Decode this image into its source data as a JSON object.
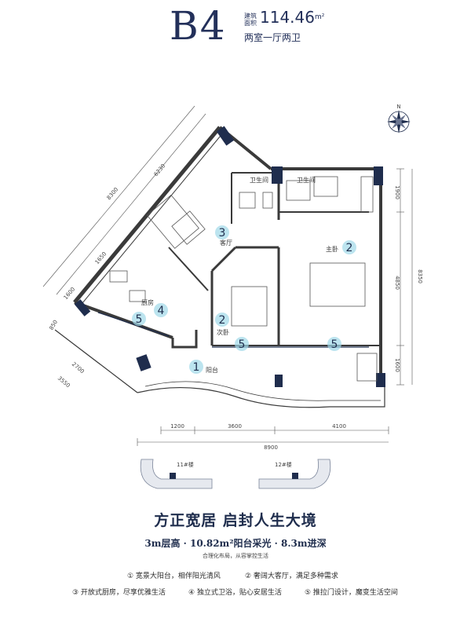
{
  "header": {
    "unit_code": "B4",
    "area_label": "建筑面积",
    "area_value": "114.46",
    "area_unit": "m²",
    "layout_type": "两室一厅两卫"
  },
  "compass": {
    "north_label": "N"
  },
  "rooms": {
    "bathroom_left": "卫生间",
    "bathroom_right": "卫生间",
    "living": "客厅",
    "master_bedroom": "主卧",
    "kitchen": "厨房",
    "second_bedroom": "次卧",
    "balcony": "阳台"
  },
  "callouts": [
    "1",
    "2",
    "2",
    "3",
    "4",
    "5",
    "5",
    "5"
  ],
  "dimensions": {
    "bottom": [
      "1200",
      "3600",
      "4100",
      "8900"
    ],
    "right": [
      "1900",
      "8350",
      "4850",
      "1600"
    ],
    "left_diag": [
      "8300",
      "6230",
      "1650",
      "1600",
      "850"
    ],
    "bottom_left": [
      "2700",
      "3550"
    ]
  },
  "floors": {
    "left": "11#楼",
    "right": "12#楼"
  },
  "slogan": "方正宽居 启封人生大境",
  "specs": "3m层高 · 10.82m²阳台采光 · 8.3m进深",
  "subtitle": "合理化布局，从容掌控生活",
  "features": [
    "① 宽景大阳台，相伴阳光清风",
    "② 奢阔大客厅，满足多种需求",
    "③ 开放式厨房，尽享优雅生活",
    "④ 独立式卫浴，贴心安居生活",
    "⑤ 推拉门设计，魔变生活空间"
  ],
  "colors": {
    "navy": "#1f2d4d",
    "accent": "#9fd8e8",
    "wall": "#3a3a3a"
  }
}
